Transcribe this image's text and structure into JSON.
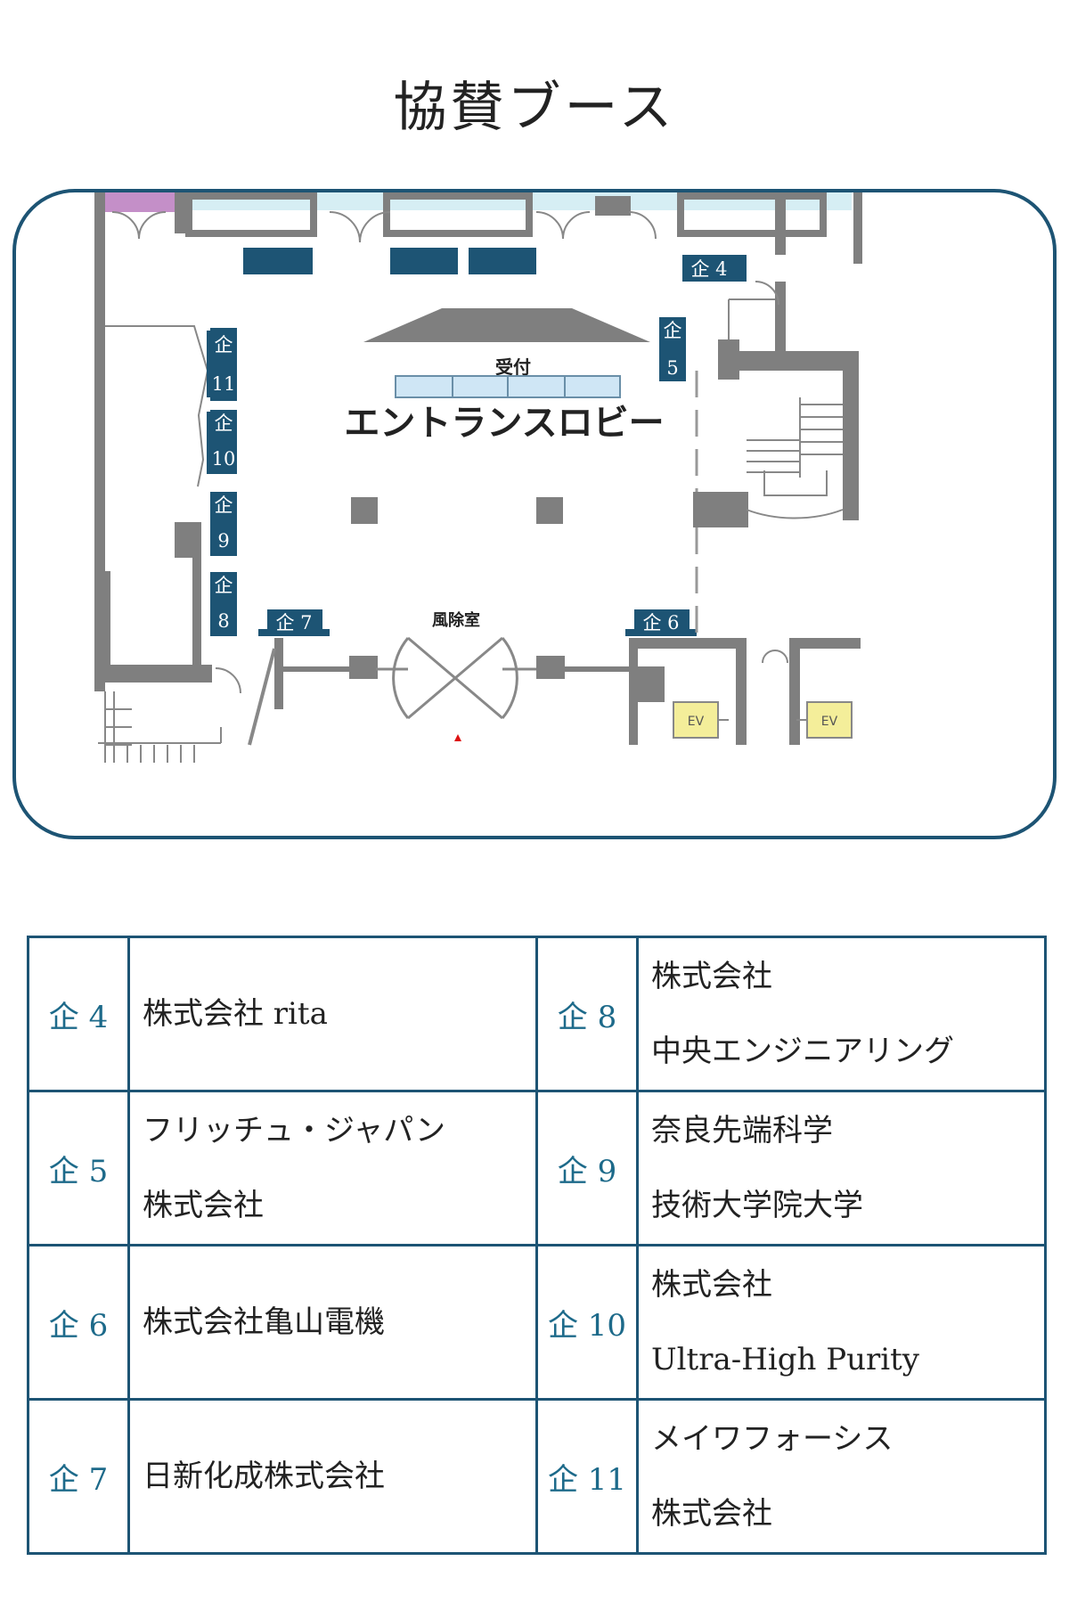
{
  "title": "協賛ブース",
  "map": {
    "reception_label": "受付",
    "lobby_label": "エントランスロビー",
    "vestibule_label": "風除室",
    "ev_label_1": "EV",
    "ev_label_2": "EV",
    "booths": [
      {
        "code": "企4",
        "label": "企 4"
      },
      {
        "code": "企5",
        "label_top": "企",
        "label_bottom": "5"
      },
      {
        "code": "企6",
        "label": "企 6"
      },
      {
        "code": "企7",
        "label": "企 7"
      },
      {
        "code": "企8",
        "label_top": "企",
        "label_bottom": "8"
      },
      {
        "code": "企9",
        "label_top": "企",
        "label_bottom": "9"
      },
      {
        "code": "企10",
        "label_top": "企",
        "label_bottom": "10"
      },
      {
        "code": "企11",
        "label_top": "企",
        "label_bottom": "11"
      }
    ]
  },
  "sponsors": [
    {
      "left": {
        "code": "企 4",
        "lines": [
          "株式会社 rita"
        ]
      },
      "right": {
        "code": "企 8",
        "lines": [
          "株式会社",
          "中央エンジニアリング"
        ]
      }
    },
    {
      "left": {
        "code": "企 5",
        "lines": [
          "フリッチュ・ジャパン",
          "株式会社"
        ]
      },
      "right": {
        "code": "企 9",
        "lines": [
          "奈良先端科学",
          "技術大学院大学"
        ]
      }
    },
    {
      "left": {
        "code": "企 6",
        "lines": [
          "株式会社亀山電機"
        ]
      },
      "right": {
        "code": "企 10",
        "lines": [
          "株式会社",
          "Ultra-High Purity"
        ]
      }
    },
    {
      "left": {
        "code": "企 7",
        "lines": [
          "日新化成株式会社"
        ]
      },
      "right": {
        "code": "企 11",
        "lines": [
          "メイワフォーシス",
          "株式会社"
        ]
      }
    }
  ],
  "colors": {
    "booth": "#1d5474",
    "wall": "#7f7f7f",
    "reception": "#cfe6f5",
    "window": "#d6eef4",
    "door_purple": "#c48fc8",
    "ev": "#f4ee9a",
    "frame": "#1d5474"
  }
}
